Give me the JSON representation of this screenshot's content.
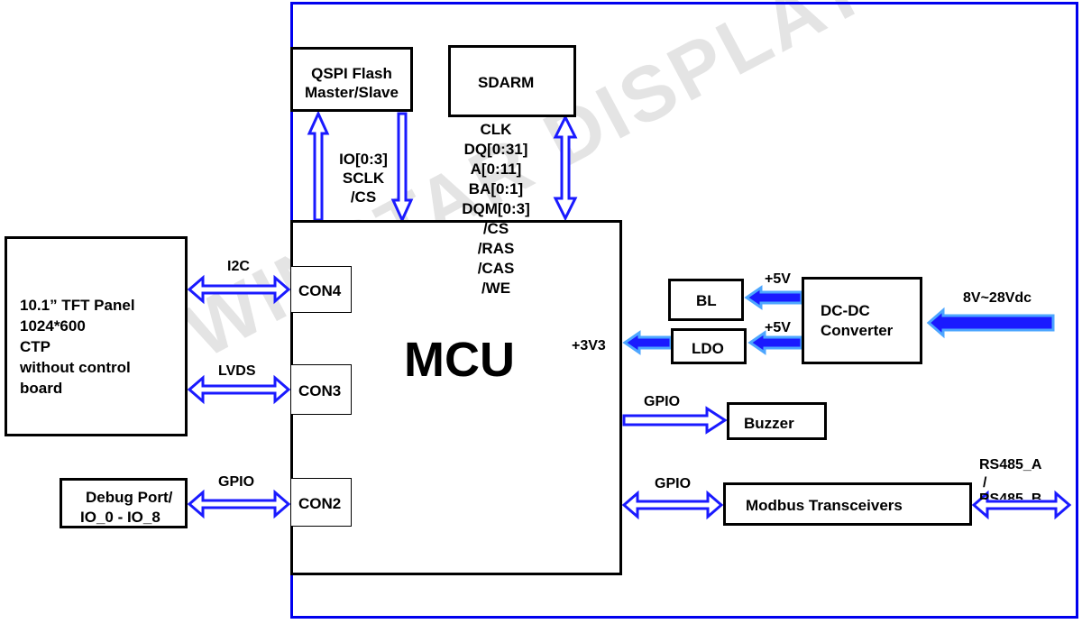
{
  "colors": {
    "border_blue": "#0000ee",
    "arrow_blue": "#1a1aff",
    "arrow_light_blue": "#4da6ff",
    "text": "#000000",
    "watermark": "#cccccc"
  },
  "blocks": {
    "qspi": {
      "line1": "QSPI Flash",
      "line2": "Master/Slave"
    },
    "sdram": {
      "label": "SDARM"
    },
    "mcu": {
      "label": "MCU"
    },
    "tft": {
      "line1": "10.1” TFT Panel",
      "line2": "1024*600",
      "line3": "CTP",
      "line4": "without control",
      "line5": "board"
    },
    "debug": {
      "line1": "Debug Port/",
      "line2": "IO_0 - IO_8"
    },
    "con4": {
      "label": "CON4"
    },
    "con3": {
      "label": "CON3"
    },
    "con2": {
      "label": "CON2"
    },
    "bl": {
      "label": "BL"
    },
    "ldo": {
      "label": "LDO"
    },
    "dcdc": {
      "line1": "DC-DC",
      "line2": "Converter"
    },
    "buzzer": {
      "label": "Buzzer"
    },
    "modbus": {
      "label": "Modbus Transceivers"
    }
  },
  "signals": {
    "qspi_io": "IO[0:3]",
    "qspi_sclk": "SCLK",
    "qspi_cs": "/CS",
    "sdram_lines": [
      "CLK",
      "DQ[0:31]",
      "A[0:11]",
      "BA[0:1]",
      "DQM[0:3]",
      "/CS",
      "/RAS",
      "/CAS",
      "/WE"
    ],
    "i2c": "I2C",
    "lvds": "LVDS",
    "gpio_debug": "GPIO",
    "gpio_buzzer": "GPIO",
    "gpio_modbus": "GPIO",
    "plus5v_bl": "+5V",
    "plus5v_ldo": "+5V",
    "plus3v3": "+3V3",
    "vin": "8V~28Vdc",
    "rs485_a": "RS485_A",
    "rs485_slash": "/",
    "rs485_b": "RS485_B"
  },
  "watermark": "WINSTAR DISPLAY CO., LTD."
}
